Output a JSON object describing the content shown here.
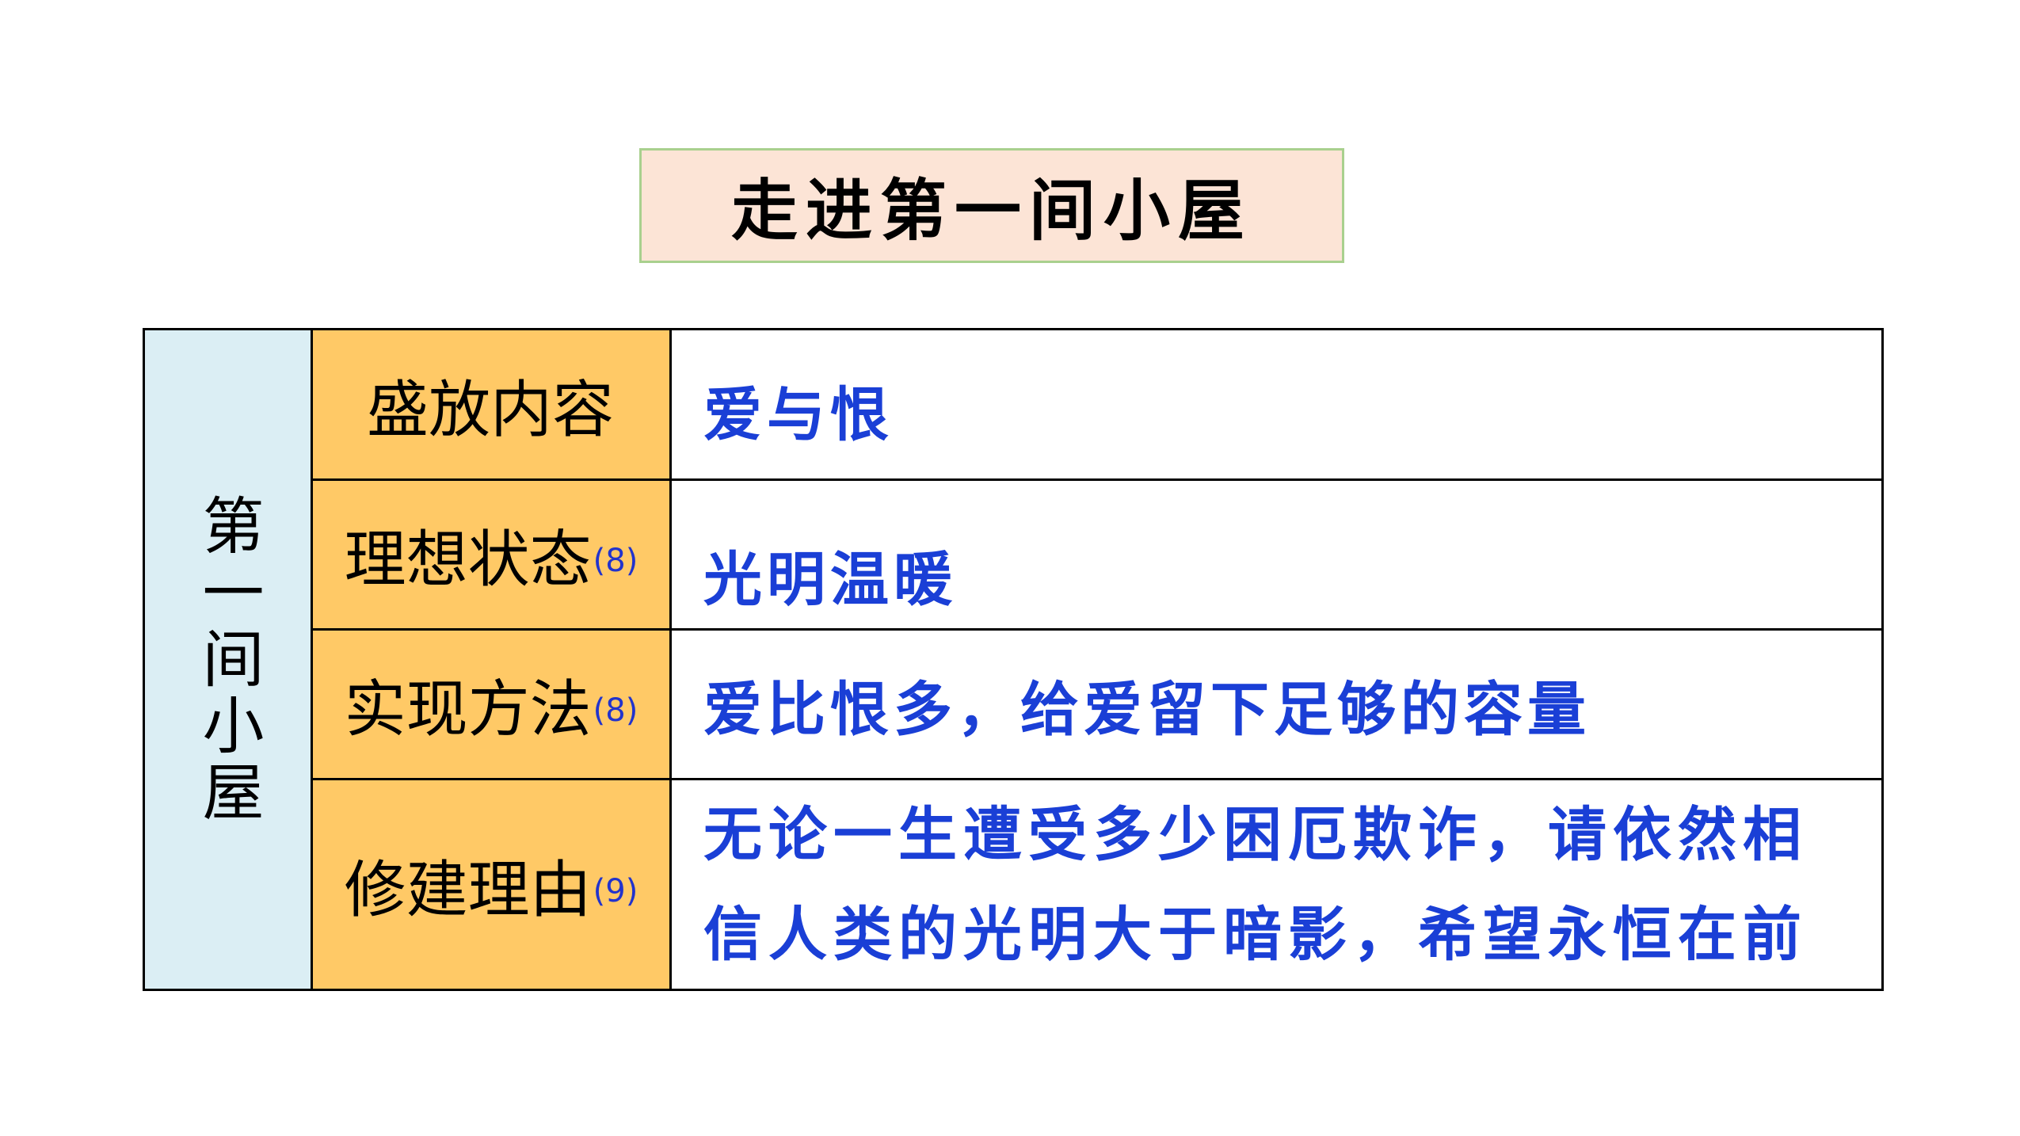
{
  "title": "走进第一间小屋",
  "side_label": "第一间小屋",
  "rows": [
    {
      "label": "盛放内容",
      "count": "",
      "content": "爱与恨"
    },
    {
      "label": "理想状态",
      "count": "(8)",
      "content": "光明温暖"
    },
    {
      "label": "实现方法",
      "count": "(8)",
      "content": "爱比恨多，给爱留下足够的容量"
    },
    {
      "label": "修建理由",
      "count": "(9)",
      "content": "无论一生遭受多少困厄欺诈，请依然相信人类的光明大于暗影，希望永恒在前"
    }
  ],
  "colors": {
    "title_bg": "#fce4d6",
    "title_border": "#a9d08e",
    "side_bg": "#dbeef4",
    "label_bg": "#ffc966",
    "content_text": "#1a3fd6",
    "count_text": "#2233cc"
  }
}
